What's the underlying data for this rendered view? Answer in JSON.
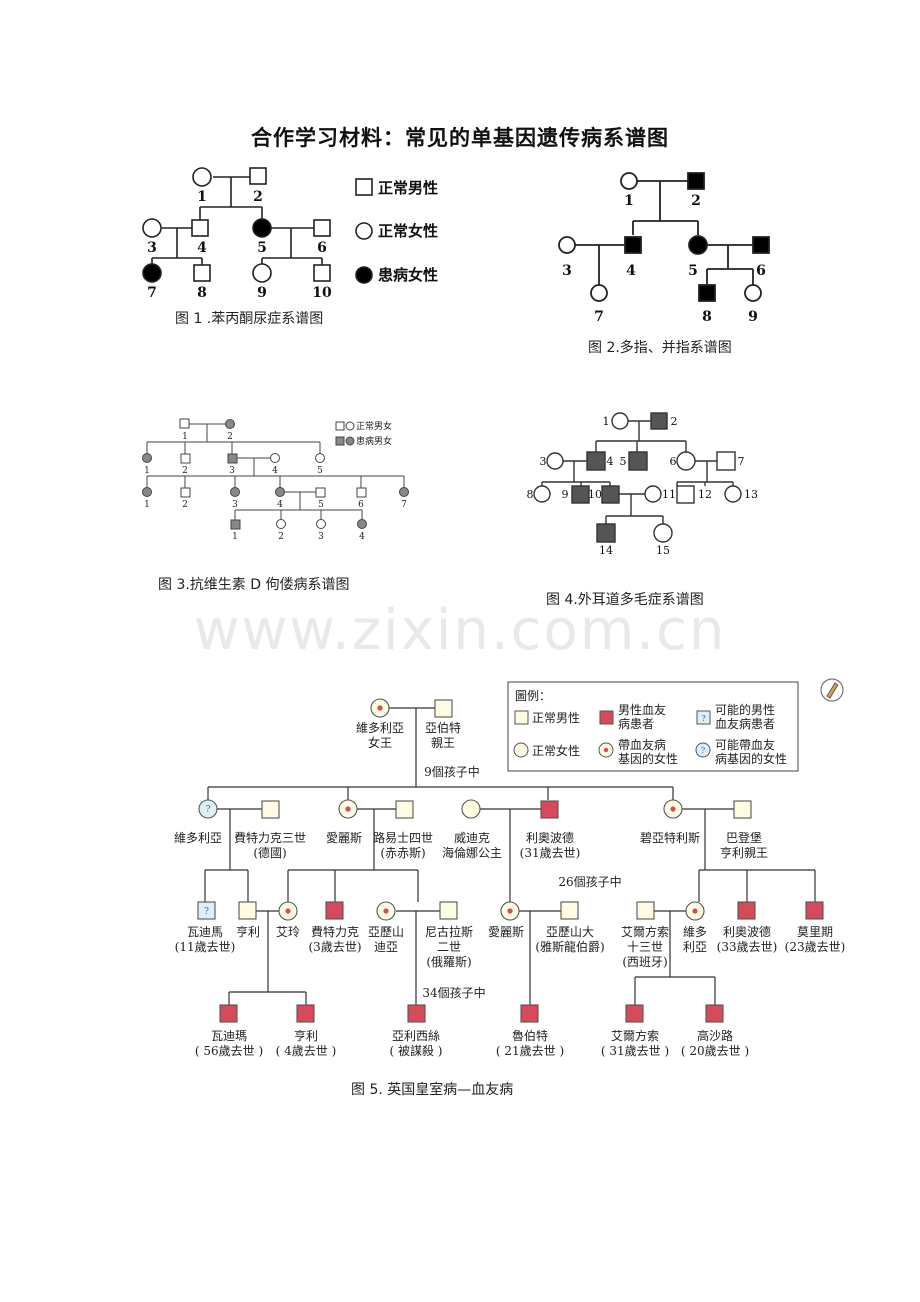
{
  "title": "合作学习材料：常见的单基因遗传病系谱图",
  "watermark": "www.zixin.com.cn",
  "colors": {
    "affected": "#000000",
    "hemo_male": "#d64a5a",
    "normal_male_fill": "#fdfbe0",
    "normal_female_fill": "#fdfbe0",
    "possible_fill": "#dfeff8",
    "line": "#222222"
  },
  "fig1": {
    "caption": "图 1 .苯丙酮尿症系谱图",
    "legend": [
      "正常男性",
      "正常女性",
      "患病女性"
    ],
    "labels": [
      "1",
      "2",
      "3",
      "4",
      "5",
      "6",
      "7",
      "8",
      "9",
      "10"
    ]
  },
  "fig2": {
    "caption": "图 2.多指、并指系谱图",
    "labels": [
      "1",
      "2",
      "3",
      "4",
      "5",
      "6",
      "7",
      "8",
      "9"
    ]
  },
  "fig3": {
    "caption": "图 3.抗维生素 D 佝偻病系谱图",
    "legend": [
      "正常男女",
      "患病男女"
    ],
    "labels": [
      "1",
      "2",
      "1",
      "2",
      "3",
      "4",
      "5",
      "1",
      "2",
      "3",
      "4",
      "5",
      "6",
      "7",
      "1",
      "2",
      "3",
      "4"
    ]
  },
  "fig4": {
    "caption": "图 4.外耳道多毛症系谱图",
    "labels": [
      "1",
      "2",
      "3",
      "4",
      "5",
      "6",
      "7",
      "8",
      "9",
      "10",
      "11",
      "12",
      "13",
      "14",
      "15"
    ]
  },
  "fig5": {
    "caption": "图 5.  英国皇室病—血友病",
    "legend_title": "圖例：",
    "legend": [
      "正常男性",
      "男性血友",
      "病患者",
      "可能的男性",
      "血友病患者",
      "正常女性",
      "帶血友病",
      "基因的女性",
      "可能帶血友",
      "病基因的女性"
    ],
    "people": {
      "victoria": [
        "維多利亞",
        "女王"
      ],
      "albert": [
        "亞伯特",
        "親王"
      ],
      "nine_children": "9個孩子中",
      "victoria2": "維多利亞",
      "fritz": [
        "費特力克三世",
        "(德國)"
      ],
      "alice": "愛麗斯",
      "ludwig": [
        "路易士四世",
        "(赤赤斯)"
      ],
      "waldeck": [
        "威迪克",
        "海倫娜公主"
      ],
      "leopold": [
        "利奧波德",
        "(31歲去世)"
      ],
      "beatrice": "碧亞特利斯",
      "henry_b": [
        "巴登堡",
        "亨利親王"
      ],
      "twenty_six": "26個孩子中",
      "waldemar": [
        "瓦迪馬",
        "(11歲去世)"
      ],
      "henry": "亨利",
      "irene": "艾玲",
      "fritz2": [
        "費特力克",
        "(3歲去世)"
      ],
      "alexandra": [
        "亞歷山",
        "迪亞"
      ],
      "nicholas": [
        "尼古拉斯",
        "二世",
        "(俄羅斯)"
      ],
      "alice2": "愛麗斯",
      "alexander": [
        "亞歷山大",
        "(雅斯龍伯爵)"
      ],
      "alfonso13": [
        "艾爾方索",
        "十三世",
        "(西班牙)"
      ],
      "victoria3": [
        "維多",
        "利亞"
      ],
      "leopold2": [
        "利奧波德",
        "(33歲去世)"
      ],
      "maurice": [
        "莫里期",
        "(23歲去世)"
      ],
      "thirty_four": "34個孩子中",
      "waldemar2": [
        "瓦迪瑪",
        "( 56歲去世 )"
      ],
      "henry2": [
        "亨利",
        "( 4歲去世 )"
      ],
      "alexei": [
        "亞利西絲",
        "( 被謀殺 )"
      ],
      "rupert": [
        "魯伯特",
        "( 21歲去世 )"
      ],
      "alfonso": [
        "艾爾方索",
        "( 31歲去世 )"
      ],
      "gonzalo": [
        "高沙路",
        "( 20歲去世 )"
      ]
    }
  }
}
